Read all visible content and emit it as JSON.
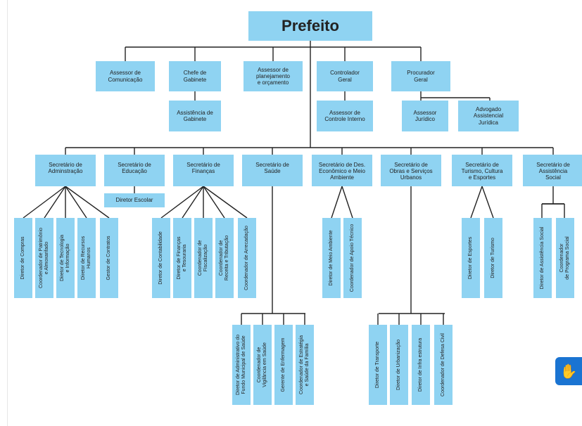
{
  "org_chart": {
    "top": {
      "label": "Prefeito"
    },
    "row1": [
      {
        "label": "Assessor de\nComunicação"
      },
      {
        "label": "Chefe de\nGabinete",
        "child": "Assistência de\nGabinete"
      },
      {
        "label": "Assessor de\nplanejamento\ne orçamento"
      },
      {
        "label": "Controlador\nGeral",
        "child": "Assessor de\nControle Interno"
      },
      {
        "label": "Procurador\nGeral",
        "children": [
          "Assessor\nJurídico",
          "Advogado\nAssistencial\nJurídica"
        ]
      }
    ],
    "secretaries": [
      {
        "label": "Secretário de\nAdminstração",
        "directors": [
          "Diretor de Compras",
          "Coordenador de Patrimônio\ne Almoxarifado",
          "Diretor de Tecnologia\ne Informação",
          "Diretor de Recursos\nHumanos",
          "Gestor de Contratos"
        ]
      },
      {
        "label": "Secretário de\nEducação",
        "directors": [
          "Diretor Escolar"
        ]
      },
      {
        "label": "Secretário de\nFinanças",
        "directors": [
          "Diretor de Contabilidade",
          "Diretor de Finanças\ne Tesouraria",
          "Coordenador de\nFiscalização",
          "Coordenador de\nReceita e Tributação",
          "Coordenador de Arrecadação"
        ]
      },
      {
        "label": "Secretário de\nSaúde",
        "directors": [
          "Diretor de Administrativo do\nFundo Municipal de Saúde",
          "Coordenador de\nVigilância em Saúde",
          "Gerente de Enfermagem",
          "Coordenador de Estratégia\ne Saúde da Família"
        ]
      },
      {
        "label": "Secretário de Des.\nEconômico e Meio\nAmbiente",
        "directors": [
          "Diretor de Meio Ambiente",
          "Coordenador de Apoio Técnico"
        ]
      },
      {
        "label": "Secretário de\nObras e Serviços\nUrbanos",
        "directors": [
          "Diretor de Transporte",
          "Diretor de Urbanização",
          "Diretor de Infra estrutura",
          "Coordenador de Defesa Civil"
        ]
      },
      {
        "label": "Secretário de\nTurismo, Cultura\ne Esportes",
        "directors": [
          "Diretor de Esportes",
          "Diretor de Turismo"
        ]
      },
      {
        "label": "Secretário de\nAssistência\nSocial",
        "directors": [
          "Diretor de Assistência Social",
          "Coordenador\nde Programa Social"
        ]
      }
    ]
  },
  "colors": {
    "box": "#8fd3f2",
    "line": "#222222",
    "accessibility": "#1a74d2"
  },
  "icons": {
    "accessibility": "hand-sign-icon"
  }
}
